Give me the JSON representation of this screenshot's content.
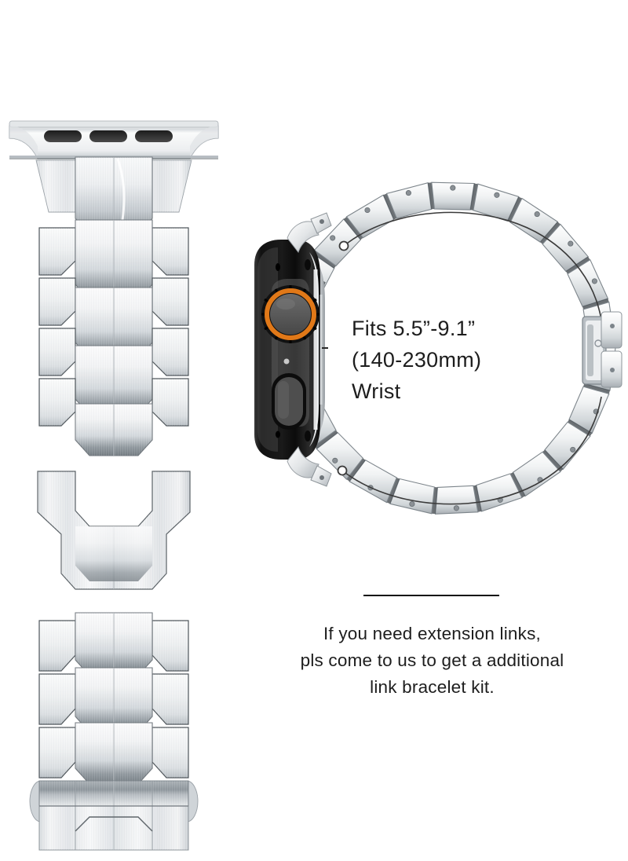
{
  "page": {
    "background_color": "#ffffff",
    "product": "stainless-steel-link-bracelet-for-apple-watch-ultra"
  },
  "fit_callout": {
    "line1": "Fits 5.5”-9.1”",
    "line2": "(140-230mm)",
    "line3": "Wrist",
    "text_color": "#1d1d1d"
  },
  "note": {
    "line1": "If you need extension links,",
    "line2": "pls come to us to get a additional",
    "line3": "link bracelet kit.",
    "text_color": "#1d1d1d"
  },
  "divider": {
    "color": "#111111"
  },
  "watch": {
    "name": "apple-watch-ultra-side-profile",
    "case_color": "#111111",
    "crown_ring_color": "#e07818",
    "crown_center_color": "#575757",
    "side_button_color": "#4a4a4a",
    "lug_color": "#e8eaec"
  },
  "bracelet": {
    "finish": "brushed-stainless-steel",
    "metal_light": "#f2f3f4",
    "metal_mid": "#c9cdd1",
    "metal_dark": "#8a9095",
    "edge_color": "#2b2f33",
    "flat_link_rows": 11,
    "loop_link_count": 26,
    "connector_slots": 3,
    "clasp": "butterfly-deployment-clasp"
  },
  "measurement_arc": {
    "name": "wrist-circumference-indicator",
    "color": "#3a3a3a",
    "endpoint_style": "open-circle"
  }
}
